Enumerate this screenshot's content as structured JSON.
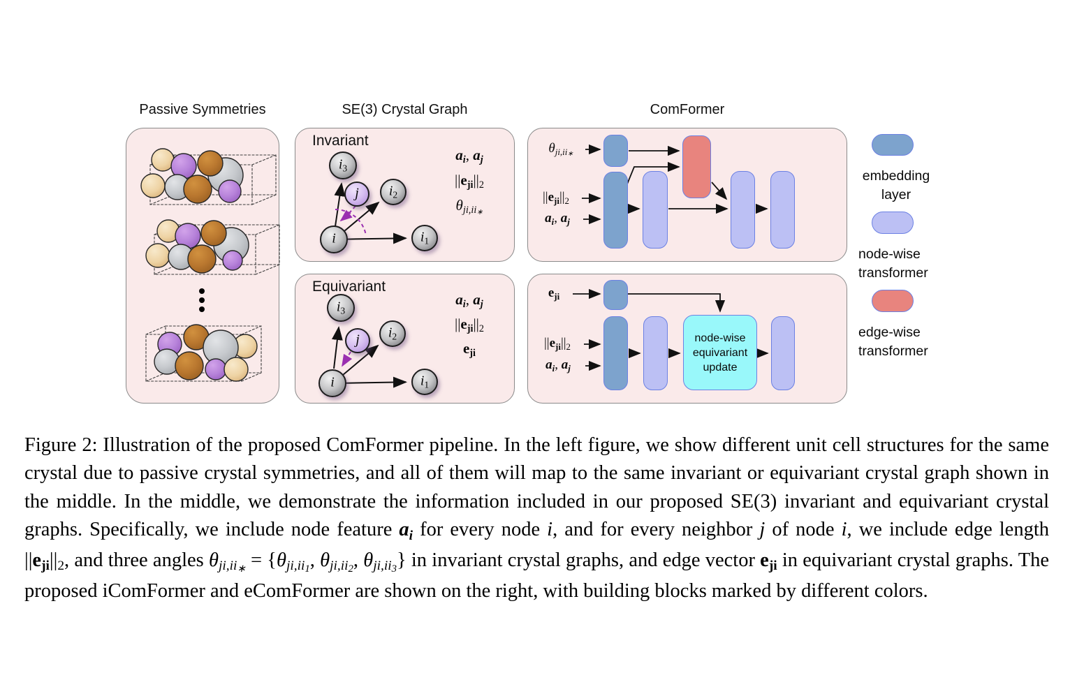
{
  "section_titles": {
    "left": "Passive Symmetries",
    "middle": "SE(3) Crystal Graph",
    "right": "ComFormer"
  },
  "panels": {
    "invariant_label": "Invariant",
    "equivariant_label": "Equivariant"
  },
  "math": {
    "ai_aj": [
      {
        "t": "a",
        "s": "bi"
      },
      {
        "t": "i",
        "s": "subbi"
      },
      {
        "t": ", ",
        "s": "r"
      },
      {
        "t": "a",
        "s": "bi"
      },
      {
        "t": "j",
        "s": "subbi"
      }
    ],
    "eji_norm": [
      {
        "t": "||",
        "s": "r"
      },
      {
        "t": "e",
        "s": "b"
      },
      {
        "t": "ji",
        "s": "subb"
      },
      {
        "t": "||",
        "s": "r"
      },
      {
        "t": "2",
        "s": "sub"
      }
    ],
    "theta": [
      {
        "t": "θ",
        "s": "i"
      },
      {
        "t": "ji,ii",
        "s": "subi"
      },
      {
        "t": "∗",
        "s": "ss"
      }
    ],
    "eji": [
      {
        "t": "e",
        "s": "b"
      },
      {
        "t": "ji",
        "s": "subb"
      }
    ]
  },
  "nodes": {
    "i": [
      {
        "t": "i",
        "s": "i"
      }
    ],
    "i1": [
      {
        "t": "i",
        "s": "i"
      },
      {
        "t": "1",
        "s": "sub"
      }
    ],
    "i2": [
      {
        "t": "i",
        "s": "i"
      },
      {
        "t": "2",
        "s": "sub"
      }
    ],
    "i3": [
      {
        "t": "i",
        "s": "i"
      },
      {
        "t": "3",
        "s": "sub"
      }
    ],
    "j": [
      {
        "t": "j",
        "s": "i"
      }
    ]
  },
  "ecomformer": {
    "update_lines": [
      "node-wise",
      "equivariant",
      "update"
    ]
  },
  "legend": {
    "items": [
      {
        "name": "embedding-layer",
        "color": "#7da3cd",
        "lines": [
          "embedding",
          "layer"
        ]
      },
      {
        "name": "node-wise-transformer",
        "color": "#bcc0f4",
        "lines": [
          "node-wise",
          "transformer"
        ]
      },
      {
        "name": "edge-wise-transformer",
        "color": "#e8847e",
        "lines": [
          "edge-wise",
          "transformer"
        ]
      }
    ]
  },
  "colors": {
    "panel_background": "#faeaea",
    "panel_border": "#8a8a8a",
    "embedding_block": "#7da3cd",
    "node_transformer_block": "#bcc0f4",
    "edge_transformer_block": "#e8847e",
    "equivariant_update_block": "#99f8fa",
    "block_border": "#6b80e3",
    "dashed_angle_arrow": "#9a2fb0"
  },
  "caption": {
    "runs": [
      {
        "t": "Figure 2: Illustration of the proposed ComFormer pipeline. In the left figure, we show different unit cell structures for the same crystal due to passive crystal symmetries, and all of them will map to the same invariant or equivariant crystal graph shown in the middle. In the middle, we demonstrate the information included in our proposed SE(3) invariant and equivariant crystal graphs. Specifically, we include node feature ",
        "s": "r"
      },
      {
        "t": "a",
        "s": "bi"
      },
      {
        "t": "i",
        "s": "subbi"
      },
      {
        "t": " for every node ",
        "s": "r"
      },
      {
        "t": "i",
        "s": "i"
      },
      {
        "t": ", and for every neighbor ",
        "s": "r"
      },
      {
        "t": "j",
        "s": "i"
      },
      {
        "t": " of node ",
        "s": "r"
      },
      {
        "t": "i",
        "s": "i"
      },
      {
        "t": ", we include edge length ",
        "s": "r"
      },
      {
        "t": "||",
        "s": "r"
      },
      {
        "t": "e",
        "s": "b"
      },
      {
        "t": "ji",
        "s": "subb"
      },
      {
        "t": "||",
        "s": "r"
      },
      {
        "t": "2",
        "s": "sub"
      },
      {
        "t": ", and three angles ",
        "s": "r"
      },
      {
        "t": "θ",
        "s": "i"
      },
      {
        "t": "ji,ii",
        "s": "subi"
      },
      {
        "t": "∗",
        "s": "ss"
      },
      {
        "t": " = {",
        "s": "r"
      },
      {
        "t": "θ",
        "s": "i"
      },
      {
        "t": "ji,ii",
        "s": "subi"
      },
      {
        "t": "1",
        "s": "ss"
      },
      {
        "t": ", ",
        "s": "r"
      },
      {
        "t": "θ",
        "s": "i"
      },
      {
        "t": "ji,ii",
        "s": "subi"
      },
      {
        "t": "2",
        "s": "ss"
      },
      {
        "t": ", ",
        "s": "r"
      },
      {
        "t": "θ",
        "s": "i"
      },
      {
        "t": "ji,ii",
        "s": "subi"
      },
      {
        "t": "3",
        "s": "ss"
      },
      {
        "t": "} in invariant crystal graphs, and edge vector ",
        "s": "r"
      },
      {
        "t": "e",
        "s": "b"
      },
      {
        "t": "ji",
        "s": "subb"
      },
      {
        "t": " in equivariant crystal graphs. The proposed iComFormer and eComFormer are shown on the right, with building blocks marked by different colors.",
        "s": "r"
      }
    ]
  }
}
